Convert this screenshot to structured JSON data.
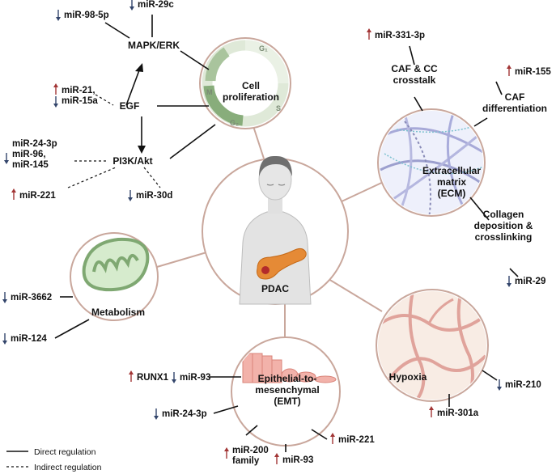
{
  "center": {
    "label": "PDAC"
  },
  "cell_proliferation": {
    "title": "Cell\nproliferation",
    "phases": {
      "g1": "G₁",
      "s": "S",
      "g2": "G₂",
      "m": "M"
    }
  },
  "ecm": {
    "title": "Extracellular\nmatrix\n(ECM)"
  },
  "metabolism": {
    "title": "Metabolism"
  },
  "hypoxia": {
    "title": "Hypoxia"
  },
  "emt": {
    "title": "Epithelial-to-\nmesenchymal\n(EMT)"
  },
  "pathways": {
    "mapk": "MAPK/ERK",
    "egf": "EGF",
    "pi3k": "PI3K/Akt"
  },
  "ecm_processes": {
    "caf_cc": "CAF & CC\ncrosstalk",
    "caf_diff": "CAF\ndifferentiation",
    "collagen": "Collagen\ndeposition &\ncrosslinking"
  },
  "mirnas": {
    "mir98": {
      "text": "miR-98-5p",
      "dir": "down"
    },
    "mir29c": {
      "text": "miR-29c",
      "dir": "down"
    },
    "mir21_15a": {
      "text": "miR-21,\nmiR-15a"
    },
    "mir24_96_145": {
      "text": "miR-24-3p\nmiR-96,\nmiR-145",
      "dir": "down"
    },
    "mir221_prolif": {
      "text": "miR-221",
      "dir": "up"
    },
    "mir30d": {
      "text": "miR-30d",
      "dir": "down"
    },
    "mir331": {
      "text": "miR-331-3p",
      "dir": "up"
    },
    "mir155": {
      "text": "miR-155",
      "dir": "up"
    },
    "mir29": {
      "text": "miR-29",
      "dir": "down"
    },
    "mir3662": {
      "text": "miR-3662",
      "dir": "down"
    },
    "mir124": {
      "text": "miR-124",
      "dir": "down"
    },
    "mir210": {
      "text": "miR-210",
      "dir": "down"
    },
    "mir301a": {
      "text": "miR-301a",
      "dir": "up"
    },
    "runx1": {
      "text": "RUNX1",
      "dir": "up"
    },
    "mir93_top": {
      "text": "miR-93",
      "dir": "down"
    },
    "mir24_emt": {
      "text": "miR-24-3p",
      "dir": "down"
    },
    "mir221_emt": {
      "text": "miR-221",
      "dir": "up"
    },
    "mir200": {
      "text": "miR-200\nfamily",
      "dir": "up"
    },
    "mir93_bot": {
      "text": "miR-93",
      "dir": "up"
    }
  },
  "legend": {
    "direct": "Direct regulation",
    "indirect": "Indirect regulation"
  },
  "colors": {
    "up": "#a23535",
    "down": "#33456b",
    "ring": "#c9a79c",
    "green": "#7fa872",
    "pink": "#e8a49b"
  }
}
